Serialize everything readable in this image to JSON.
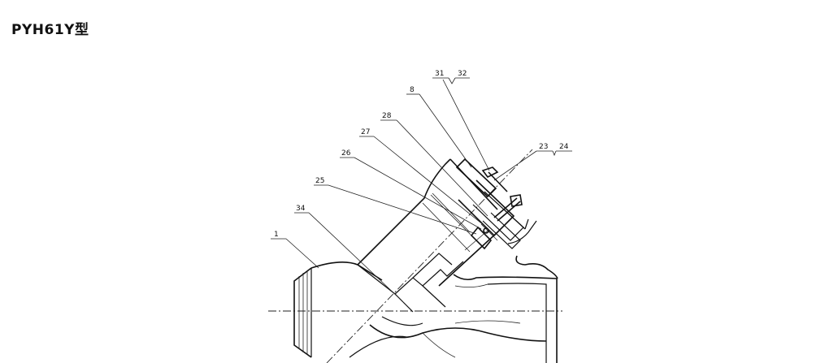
{
  "title": "PYH61Y型",
  "callouts": [
    {
      "id": "c1",
      "label": "1"
    },
    {
      "id": "c34",
      "label": "34"
    },
    {
      "id": "c25",
      "label": "25"
    },
    {
      "id": "c26",
      "label": "26"
    },
    {
      "id": "c27",
      "label": "27"
    },
    {
      "id": "c28",
      "label": "28"
    },
    {
      "id": "c8",
      "label": "8"
    },
    {
      "id": "c31",
      "label": "31"
    },
    {
      "id": "c32",
      "label": "32"
    },
    {
      "id": "c23",
      "label": "23"
    },
    {
      "id": "c24",
      "label": "24"
    }
  ]
}
